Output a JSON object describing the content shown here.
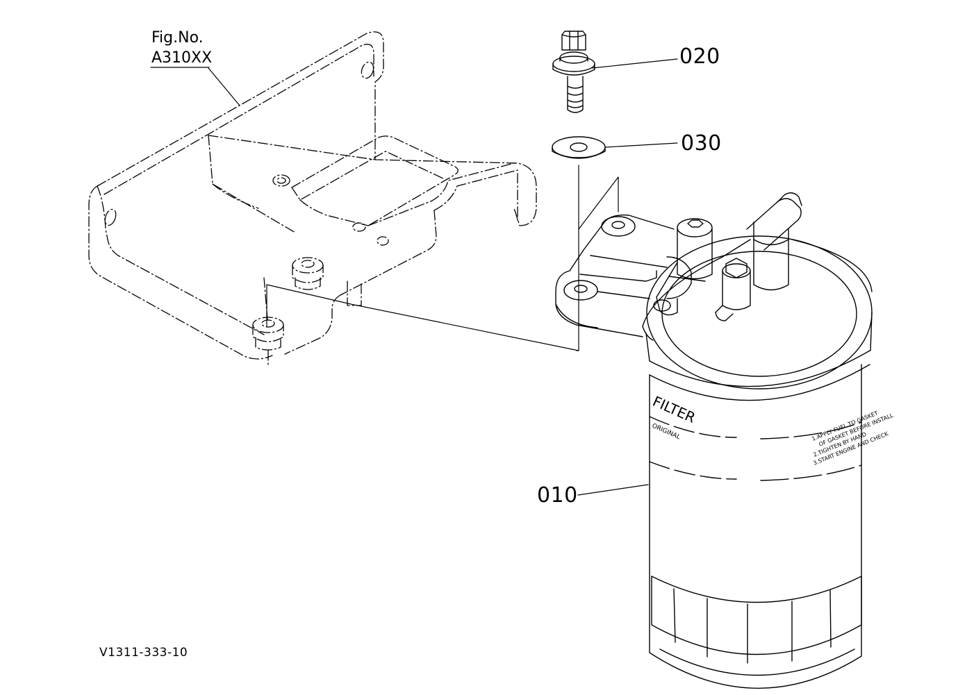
{
  "figure_ref": {
    "line1": "Fig.No.",
    "line2": "A310XX"
  },
  "callouts": [
    {
      "id": "020"
    },
    {
      "id": "030"
    },
    {
      "id": "010"
    }
  ],
  "filter_label": {
    "brand": "FILTER",
    "sub": "ORIGINAL",
    "instructions": [
      "1.APPLY FUEL TO GASKET",
      "OF GASKET BEFORE INSTALL",
      "2.TIGHTEN BY HAND",
      "3.START ENGINE AND CHECK"
    ]
  },
  "drawing_code": "V1311-333-10",
  "colors": {
    "ink": "#000000",
    "paper": "#ffffff"
  }
}
